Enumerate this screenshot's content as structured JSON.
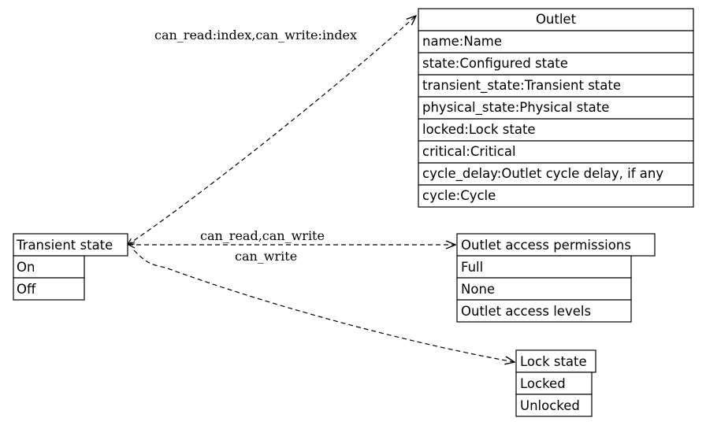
{
  "nodes": {
    "outlet": {
      "title": "Outlet",
      "rows": [
        "name:Name",
        "state:Configured state",
        "transient_state:Transient state",
        "physical_state:Physical state",
        "locked:Lock state",
        "critical:Critical",
        "cycle_delay:Outlet cycle delay, if any",
        "cycle:Cycle"
      ]
    },
    "transient_state": {
      "title": "Transient state",
      "rows": [
        "On",
        "Off"
      ]
    },
    "outlet_access_permissions": {
      "title": "Outlet access permissions",
      "rows": [
        "Full",
        "None",
        "Outlet access levels"
      ]
    },
    "lock_state": {
      "title": "Lock state",
      "rows": [
        "Locked",
        "Unlocked"
      ]
    }
  },
  "edges": [
    {
      "from": "Transient state",
      "to": "Outlet",
      "label": "can_read:index,can_write:index"
    },
    {
      "from": "Transient state",
      "to": "Outlet access permissions",
      "label": "can_read,can_write"
    },
    {
      "from": "Transient state",
      "to": "Lock state",
      "label": "can_write"
    }
  ]
}
